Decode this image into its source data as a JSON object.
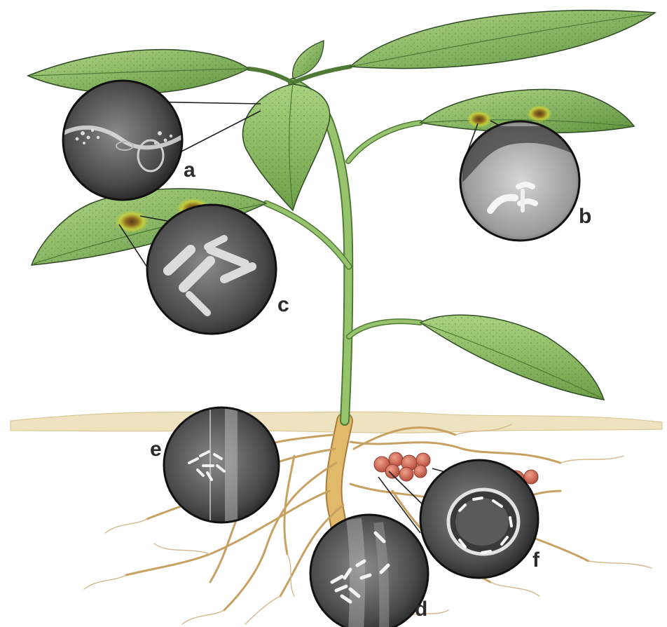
{
  "figure": {
    "labels": {
      "a": "a",
      "b": "b",
      "c": "c",
      "d": "d",
      "e": "e",
      "f": "f"
    },
    "colors": {
      "leaf_light": "#a6cf7c",
      "leaf_dark": "#5d8f3a",
      "leaf_outline": "#2f4a25",
      "lesion_yellow": "#c9cf3a",
      "lesion_brown": "#5a3a18",
      "soil": "#efe2bf",
      "root": "#e1b96a",
      "root_outline": "#a77d3a",
      "nodule": "#cf6b55",
      "micrograph_dark": "#2a2a2a",
      "micrograph_light": "#cfcfcf"
    },
    "icons": {
      "a": "micrograph-leaf-surface-icon",
      "b": "micrograph-leaf-lesion-icon",
      "c": "micrograph-rod-bacteria-icon",
      "d": "micrograph-root-bacteria-icon",
      "e": "micrograph-rhizoplane-bacteria-icon",
      "f": "micrograph-nodule-cell-icon"
    }
  }
}
